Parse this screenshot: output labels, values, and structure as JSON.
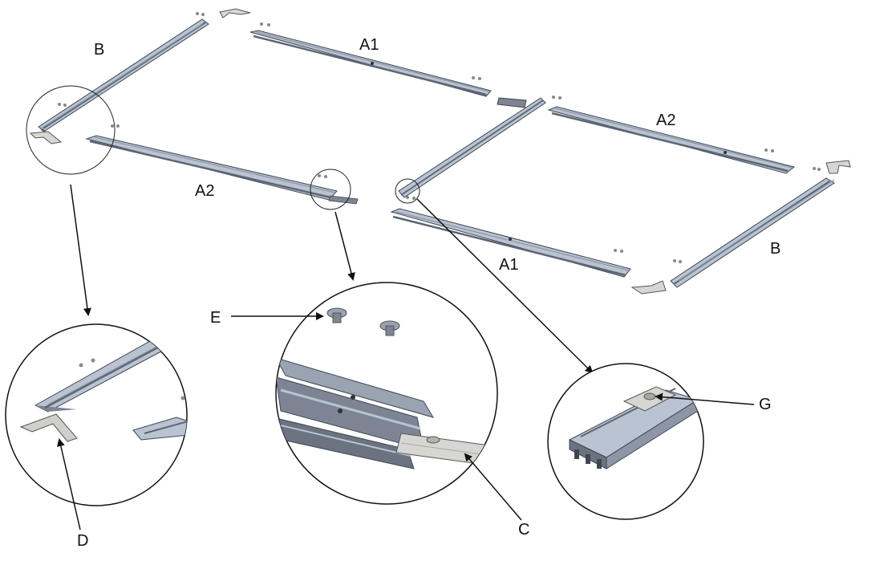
{
  "labels": {
    "a1_top": "A1",
    "a1_bottom": "A1",
    "a2_left": "A2",
    "a2_right": "A2",
    "b_left": "B",
    "b_right": "B",
    "c": "C",
    "d": "D",
    "e": "E",
    "g": "G"
  },
  "colors": {
    "rail_dark": "#5d6573",
    "rail_mid": "#8c96a6",
    "rail_light": "#b9c3d1",
    "rail_edge": "#3f4652",
    "connector": "#d6d6d2",
    "line": "#111111"
  }
}
